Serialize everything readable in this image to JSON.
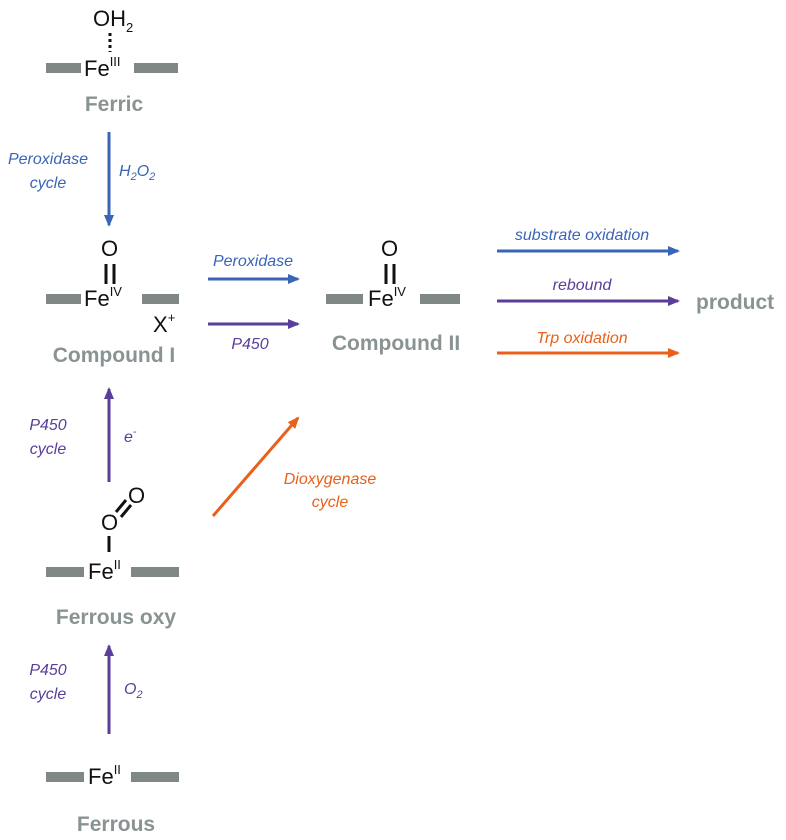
{
  "colors": {
    "state": "#8a9393",
    "heme_bar": "#808886",
    "chem": "#111111",
    "peroxidase": "#3a64b8",
    "p450": "#5a3e9a",
    "dioxygenase": "#e8601a"
  },
  "states": {
    "ferric": {
      "label": "Ferric",
      "ligand_main": "OH",
      "ligand_sub": "2",
      "fe": "Fe",
      "ox": "III"
    },
    "compound_i": {
      "label": "Compound I",
      "oxo": "O",
      "fe": "Fe",
      "ox": "IV",
      "radical": "X",
      "radical_charge": "+"
    },
    "compound_ii": {
      "label": "Compound II",
      "oxo": "O",
      "fe": "Fe",
      "ox": "IV"
    },
    "ferrous_oxy": {
      "label": "Ferrous oxy",
      "o1": "O",
      "o2": "O",
      "fe": "Fe",
      "ox": "II"
    },
    "ferrous": {
      "label": "Ferrous",
      "fe": "Fe",
      "ox": "II"
    }
  },
  "arrows": {
    "peroxidase_cycle": {
      "label_line1": "Peroxidase",
      "label_line2": "cycle",
      "reagent_main": "H",
      "reagent_sub1": "2",
      "reagent_mid": "O",
      "reagent_sub2": "2"
    },
    "p450_cycle_top": {
      "label_line1": "P450",
      "label_line2": "cycle",
      "reagent_main": "e",
      "reagent_sup": "-"
    },
    "p450_cycle_bottom": {
      "label_line1": "P450",
      "label_line2": "cycle",
      "reagent_main": "O",
      "reagent_sub": "2"
    },
    "to_compound_ii_peroxidase": {
      "label": "Peroxidase"
    },
    "to_compound_ii_p450": {
      "label": "P450"
    },
    "dioxygenase_cycle": {
      "label_line1": "Dioxygenase",
      "label_line2": "cycle"
    },
    "substrate_oxidation": {
      "label": "substrate oxidation"
    },
    "rebound": {
      "label": "rebound"
    },
    "trp_oxidation": {
      "label": "Trp oxidation"
    }
  },
  "product": {
    "label": "product"
  }
}
